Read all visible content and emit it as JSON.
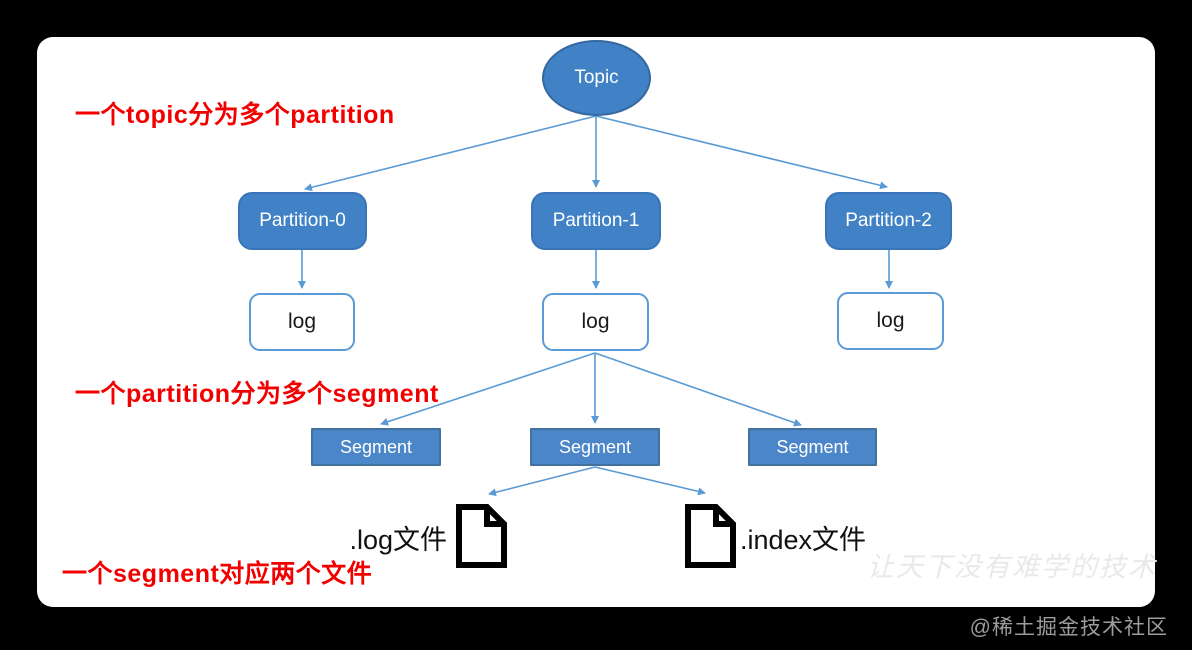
{
  "notes": {
    "topic_partition": "一个topic分为多个partition",
    "partition_segment": "一个partition分为多个segment",
    "segment_files": "一个segment对应两个文件"
  },
  "nodes": {
    "topic": "Topic",
    "partitions": [
      "Partition-0",
      "Partition-1",
      "Partition-2"
    ],
    "logs": [
      "log",
      "log",
      "log"
    ],
    "segments": [
      "Segment",
      "Segment",
      "Segment"
    ]
  },
  "files": {
    "log_file_label": ".log文件",
    "index_file_label": ".index文件"
  },
  "watermark": "让天下没有难学的技术",
  "credit": "@稀土掘金技术社区",
  "colors": {
    "node_fill": "#4182C6",
    "node_border": "#3A74B8",
    "segment_fill": "#4A86C8",
    "segment_border": "#41719C",
    "log_border": "#5B9BD5",
    "connector": "#5B9BD5",
    "annotation": "#F20000",
    "background": "#000000",
    "canvas": "#FFFFFF"
  }
}
